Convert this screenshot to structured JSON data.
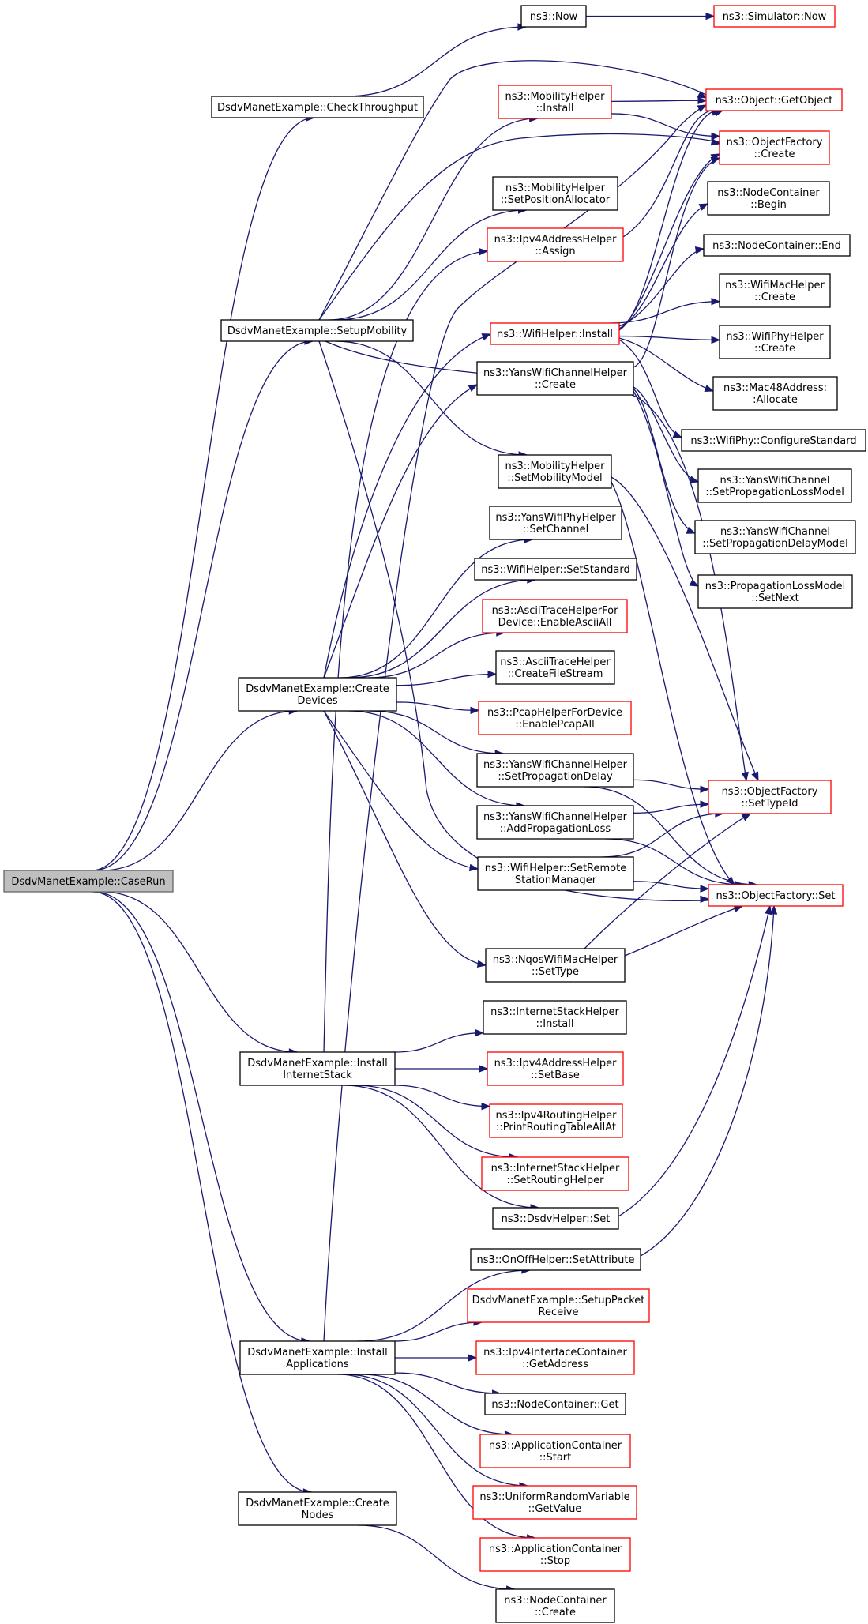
{
  "diagram": {
    "type": "call-graph",
    "nodes": [
      {
        "id": "caserun",
        "lines": [
          "DsdvManetExample::CaseRun"
        ],
        "style": "root"
      },
      {
        "id": "checkthroughput",
        "lines": [
          "DsdvManetExample::CheckThroughput"
        ],
        "style": "black"
      },
      {
        "id": "now",
        "lines": [
          "ns3::Now"
        ],
        "style": "black"
      },
      {
        "id": "simnow",
        "lines": [
          "ns3::Simulator::Now"
        ],
        "style": "red"
      },
      {
        "id": "getobject",
        "lines": [
          "ns3::Object::GetObject"
        ],
        "style": "red"
      },
      {
        "id": "mobinstall",
        "lines": [
          "ns3::MobilityHelper",
          "::Install"
        ],
        "style": "red"
      },
      {
        "id": "ofcreate",
        "lines": [
          "ns3::ObjectFactory",
          "::Create"
        ],
        "style": "red"
      },
      {
        "id": "setposalloc",
        "lines": [
          "ns3::MobilityHelper",
          "::SetPositionAllocator"
        ],
        "style": "black"
      },
      {
        "id": "ncbegin",
        "lines": [
          "ns3::NodeContainer",
          "::Begin"
        ],
        "style": "black"
      },
      {
        "id": "ipv4assign",
        "lines": [
          "ns3::Ipv4AddressHelper",
          "::Assign"
        ],
        "style": "red"
      },
      {
        "id": "ncend",
        "lines": [
          "ns3::NodeContainer::End"
        ],
        "style": "black"
      },
      {
        "id": "setupmobility",
        "lines": [
          "DsdvManetExample::SetupMobility"
        ],
        "style": "black"
      },
      {
        "id": "wifiinstall",
        "lines": [
          "ns3::WifiHelper::Install"
        ],
        "style": "red"
      },
      {
        "id": "wifimaccreate",
        "lines": [
          "ns3::WifiMacHelper",
          "::Create"
        ],
        "style": "black"
      },
      {
        "id": "wifiphycreate",
        "lines": [
          "ns3::WifiPhyHelper",
          "::Create"
        ],
        "style": "black"
      },
      {
        "id": "ywchcreate",
        "lines": [
          "ns3::YansWifiChannelHelper",
          "::Create"
        ],
        "style": "black"
      },
      {
        "id": "macalloc",
        "lines": [
          "ns3::Mac48Address:",
          ":Allocate"
        ],
        "style": "black"
      },
      {
        "id": "cfgstd",
        "lines": [
          "ns3::WifiPhy::ConfigureStandard"
        ],
        "style": "black"
      },
      {
        "id": "setmobmodel",
        "lines": [
          "ns3::MobilityHelper",
          "::SetMobilityModel"
        ],
        "style": "black"
      },
      {
        "id": "ywcsetploss",
        "lines": [
          "ns3::YansWifiChannel",
          "::SetPropagationLossModel"
        ],
        "style": "black"
      },
      {
        "id": "ywpsetchannel",
        "lines": [
          "ns3::YansWifiPhyHelper",
          "::SetChannel"
        ],
        "style": "black"
      },
      {
        "id": "ywcsetpdelay",
        "lines": [
          "ns3::YansWifiChannel",
          "::SetPropagationDelayModel"
        ],
        "style": "black"
      },
      {
        "id": "wifisetstd",
        "lines": [
          "ns3::WifiHelper::SetStandard"
        ],
        "style": "black"
      },
      {
        "id": "plmsetnext",
        "lines": [
          "ns3::PropagationLossModel",
          "::SetNext"
        ],
        "style": "black"
      },
      {
        "id": "asciienable",
        "lines": [
          "ns3::AsciiTraceHelperFor",
          "Device::EnableAsciiAll"
        ],
        "style": "red"
      },
      {
        "id": "createdevices",
        "lines": [
          "DsdvManetExample::Create",
          "Devices"
        ],
        "style": "black"
      },
      {
        "id": "asciifile",
        "lines": [
          "ns3::AsciiTraceHelper",
          "::CreateFileStream"
        ],
        "style": "black"
      },
      {
        "id": "pcapenable",
        "lines": [
          "ns3::PcapHelperForDevice",
          "::EnablePcapAll"
        ],
        "style": "red"
      },
      {
        "id": "ywchsetpdelay",
        "lines": [
          "ns3::YansWifiChannelHelper",
          "::SetPropagationDelay"
        ],
        "style": "black"
      },
      {
        "id": "ofsettypeid",
        "lines": [
          "ns3::ObjectFactory",
          "::SetTypeId"
        ],
        "style": "red"
      },
      {
        "id": "ywchaddploss",
        "lines": [
          "ns3::YansWifiChannelHelper",
          "::AddPropagationLoss"
        ],
        "style": "black"
      },
      {
        "id": "wifisetremote",
        "lines": [
          "ns3::WifiHelper::SetRemote",
          "StationManager"
        ],
        "style": "black"
      },
      {
        "id": "ofset",
        "lines": [
          "ns3::ObjectFactory::Set"
        ],
        "style": "red"
      },
      {
        "id": "nqossettype",
        "lines": [
          "ns3::NqosWifiMacHelper",
          "::SetType"
        ],
        "style": "black"
      },
      {
        "id": "ishinstall",
        "lines": [
          "ns3::InternetStackHelper",
          "::Install"
        ],
        "style": "black"
      },
      {
        "id": "installinternet",
        "lines": [
          "DsdvManetExample::Install",
          "InternetStack"
        ],
        "style": "black"
      },
      {
        "id": "ipv4setbase",
        "lines": [
          "ns3::Ipv4AddressHelper",
          "::SetBase"
        ],
        "style": "red"
      },
      {
        "id": "printrt",
        "lines": [
          "ns3::Ipv4RoutingHelper",
          "::PrintRoutingTableAllAt"
        ],
        "style": "red"
      },
      {
        "id": "ishsetrouting",
        "lines": [
          "ns3::InternetStackHelper",
          "::SetRoutingHelper"
        ],
        "style": "red"
      },
      {
        "id": "dsdvset",
        "lines": [
          "ns3::DsdvHelper::Set"
        ],
        "style": "black"
      },
      {
        "id": "onoffattr",
        "lines": [
          "ns3::OnOffHelper::SetAttribute"
        ],
        "style": "black"
      },
      {
        "id": "setuppacket",
        "lines": [
          "DsdvManetExample::SetupPacket",
          "Receive"
        ],
        "style": "red"
      },
      {
        "id": "installapps",
        "lines": [
          "DsdvManetExample::Install",
          "Applications"
        ],
        "style": "black"
      },
      {
        "id": "ipv4getaddr",
        "lines": [
          "ns3::Ipv4InterfaceContainer",
          "::GetAddress"
        ],
        "style": "red"
      },
      {
        "id": "ncget",
        "lines": [
          "ns3::NodeContainer::Get"
        ],
        "style": "black"
      },
      {
        "id": "appstart",
        "lines": [
          "ns3::ApplicationContainer",
          "::Start"
        ],
        "style": "red"
      },
      {
        "id": "urvgetvalue",
        "lines": [
          "ns3::UniformRandomVariable",
          "::GetValue"
        ],
        "style": "red"
      },
      {
        "id": "createnodes",
        "lines": [
          "DsdvManetExample::Create",
          "Nodes"
        ],
        "style": "black"
      },
      {
        "id": "appstop",
        "lines": [
          "ns3::ApplicationContainer",
          "::Stop"
        ],
        "style": "red"
      },
      {
        "id": "nccreate",
        "lines": [
          "ns3::NodeContainer",
          "::Create"
        ],
        "style": "black"
      }
    ],
    "edges": [
      [
        "caserun",
        "checkthroughput"
      ],
      [
        "caserun",
        "setupmobility"
      ],
      [
        "caserun",
        "createdevices"
      ],
      [
        "caserun",
        "installinternet"
      ],
      [
        "caserun",
        "installapps"
      ],
      [
        "caserun",
        "createnodes"
      ],
      [
        "checkthroughput",
        "now"
      ],
      [
        "now",
        "simnow"
      ],
      [
        "setupmobility",
        "getobject"
      ],
      [
        "setupmobility",
        "mobinstall"
      ],
      [
        "setupmobility",
        "ofcreate"
      ],
      [
        "setupmobility",
        "setposalloc"
      ],
      [
        "setupmobility",
        "setmobmodel"
      ],
      [
        "setupmobility",
        "ofsettypeid"
      ],
      [
        "setupmobility",
        "ofset"
      ],
      [
        "mobinstall",
        "getobject"
      ],
      [
        "mobinstall",
        "ofcreate"
      ],
      [
        "ipv4assign",
        "getobject"
      ],
      [
        "wifiinstall",
        "getobject"
      ],
      [
        "wifiinstall",
        "ofcreate"
      ],
      [
        "wifiinstall",
        "ncbegin"
      ],
      [
        "wifiinstall",
        "ncend"
      ],
      [
        "wifiinstall",
        "wifimaccreate"
      ],
      [
        "wifiinstall",
        "wifiphycreate"
      ],
      [
        "wifiinstall",
        "macalloc"
      ],
      [
        "wifiinstall",
        "cfgstd"
      ],
      [
        "ywchcreate",
        "ofcreate"
      ],
      [
        "ywchcreate",
        "ywcsetploss"
      ],
      [
        "ywchcreate",
        "ywcsetpdelay"
      ],
      [
        "ywchcreate",
        "plmsetnext"
      ],
      [
        "setmobmodel",
        "ofsettypeid"
      ],
      [
        "setmobmodel",
        "ofset"
      ],
      [
        "createdevices",
        "wifiinstall"
      ],
      [
        "createdevices",
        "ywchcreate"
      ],
      [
        "createdevices",
        "ywpsetchannel"
      ],
      [
        "createdevices",
        "wifisetstd"
      ],
      [
        "createdevices",
        "asciienable"
      ],
      [
        "createdevices",
        "asciifile"
      ],
      [
        "createdevices",
        "pcapenable"
      ],
      [
        "createdevices",
        "ywchsetpdelay"
      ],
      [
        "createdevices",
        "ywchaddploss"
      ],
      [
        "createdevices",
        "wifisetremote"
      ],
      [
        "createdevices",
        "nqossettype"
      ],
      [
        "ywchsetpdelay",
        "ofsettypeid"
      ],
      [
        "ywchsetpdelay",
        "ofset"
      ],
      [
        "ywchaddploss",
        "ofsettypeid"
      ],
      [
        "ywchaddploss",
        "ofset"
      ],
      [
        "wifisetremote",
        "ofsettypeid"
      ],
      [
        "wifisetremote",
        "ofset"
      ],
      [
        "nqossettype",
        "ofsettypeid"
      ],
      [
        "nqossettype",
        "ofset"
      ],
      [
        "installinternet",
        "ipv4assign"
      ],
      [
        "installinternet",
        "ishinstall"
      ],
      [
        "installinternet",
        "ipv4setbase"
      ],
      [
        "installinternet",
        "printrt"
      ],
      [
        "installinternet",
        "ishsetrouting"
      ],
      [
        "installinternet",
        "dsdvset"
      ],
      [
        "dsdvset",
        "ofset"
      ],
      [
        "onoffattr",
        "ofset"
      ],
      [
        "installapps",
        "getobject"
      ],
      [
        "installapps",
        "onoffattr"
      ],
      [
        "installapps",
        "setuppacket"
      ],
      [
        "installapps",
        "ipv4getaddr"
      ],
      [
        "installapps",
        "ncget"
      ],
      [
        "installapps",
        "appstart"
      ],
      [
        "installapps",
        "urvgetvalue"
      ],
      [
        "installapps",
        "appstop"
      ],
      [
        "createnodes",
        "nccreate"
      ]
    ]
  }
}
